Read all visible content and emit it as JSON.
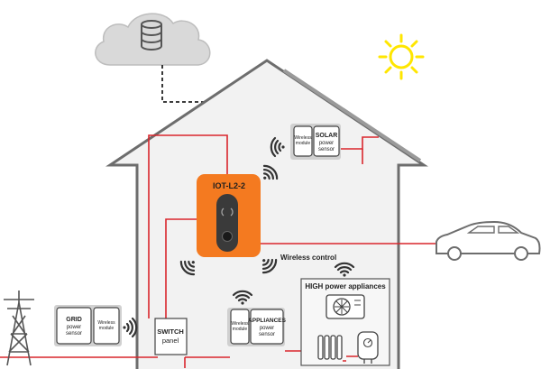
{
  "device": {
    "label": "IOT-L2-2"
  },
  "sensors": {
    "solar": {
      "line1": "SOLAR",
      "line2": "power",
      "line3": "sensor"
    },
    "grid": {
      "line1": "GRID",
      "line2": "power",
      "line3": "sensor"
    },
    "appliances": {
      "line1": "APPLIANCES",
      "line2": "power",
      "line3": "sensor"
    }
  },
  "wireless_module": {
    "line1": "Wireless",
    "line2": "module"
  },
  "switch_panel": {
    "line1": "SWITCH",
    "line2": "panel"
  },
  "labels": {
    "wireless_control": "Wireless control",
    "high_power": "HIGH power appliances"
  },
  "colors": {
    "device_orange": "#f47a20",
    "wire_red": "#d9262c",
    "house_fill": "#f2f2f2",
    "house_stroke": "#6d6d6d",
    "sun_yellow": "#ffe600",
    "cloud_fill": "#d9d9d9"
  },
  "icons": [
    "cloud-icon",
    "database-icon",
    "sun-icon",
    "car-icon",
    "power-pylon-icon",
    "wifi-icon",
    "heat-pump-icon",
    "radiator-icon",
    "water-heater-icon"
  ]
}
